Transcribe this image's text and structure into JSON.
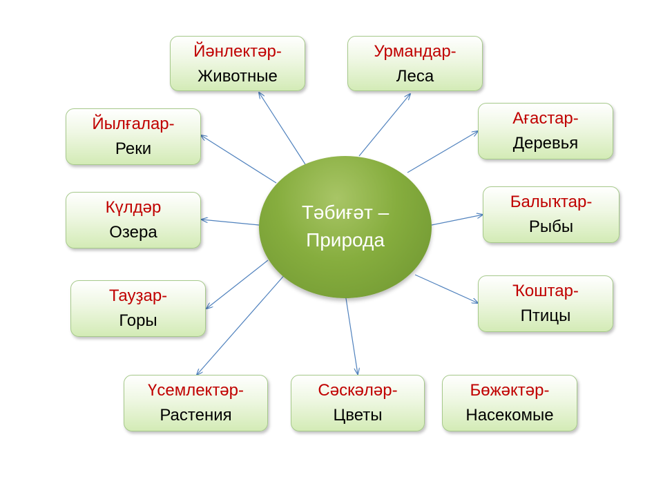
{
  "center": {
    "line1": "Тәбиғәт –",
    "line2": "Природа"
  },
  "nodes": [
    {
      "id": "animals",
      "line1": "Йәнлектәр-",
      "line2": "Животные"
    },
    {
      "id": "forests",
      "line1": "Урмандар-",
      "line2": "Леса"
    },
    {
      "id": "rivers",
      "line1": "Йылғалар-",
      "line2": "Реки"
    },
    {
      "id": "trees",
      "line1": "Ағастар-",
      "line2": "Деревья"
    },
    {
      "id": "lakes",
      "line1": "Күлдәр",
      "line2": "Озера"
    },
    {
      "id": "fish",
      "line1": "Балыҡтар-",
      "line2": "Рыбы"
    },
    {
      "id": "mountains",
      "line1": "Тауҙар-",
      "line2": "Горы"
    },
    {
      "id": "birds",
      "line1": "Ҡоштар-",
      "line2": "Птицы"
    },
    {
      "id": "plants",
      "line1": "Үсемлектәр-",
      "line2": "Растения"
    },
    {
      "id": "flowers",
      "line1": "Сәскәләр-",
      "line2": "Цветы"
    },
    {
      "id": "insects",
      "line1": "Бөжәктәр-",
      "line2": "Насекомые"
    }
  ],
  "colors": {
    "term": "#c00000",
    "translation": "#000000",
    "center_fill": "#86ad3e",
    "arrow": "#4f81bd"
  }
}
